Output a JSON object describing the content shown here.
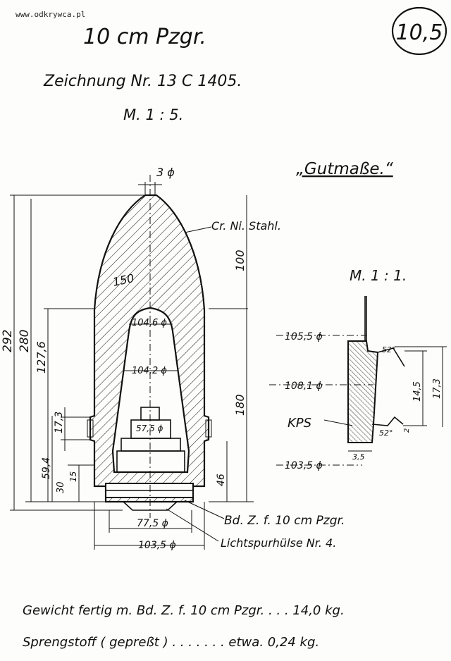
{
  "watermark": "www.odkrywca.pl",
  "sheet_number": "10,5",
  "header": {
    "title": "10 cm Pzgr.",
    "drawing_number": "Zeichnung Nr. 13 C 1405.",
    "scale": "M. 1 : 5."
  },
  "subtitle": "„Gutmaße.“",
  "main_view": {
    "tip_dim": "3 ϕ",
    "material": "Cr. Ni. Stahl.",
    "radius": "150",
    "overall_length": "292",
    "length_280": "280",
    "length_127_6": "127,6",
    "length_100": "100",
    "length_180": "180",
    "length_17_3": "17,3",
    "length_59_4": "59,4",
    "length_30": "30",
    "length_15": "15",
    "length_46": "46",
    "cavity_top": "104,6 ϕ",
    "cavity_mid": "104,2 ϕ",
    "fuze_dia": "57,5 ϕ",
    "base_inner": "77,5 ϕ",
    "base_outer": "103,5 ϕ",
    "fuze_label": "Bd. Z. f. 10 cm Pzgr.",
    "tracer_label": "Lichtspurhülse Nr. 4."
  },
  "detail_view": {
    "scale": "M. 1 : 1.",
    "dim_top": "105,5 ϕ",
    "dim_mid": "108,1 ϕ",
    "dim_bottom": "103,5 ϕ",
    "band_label": "KPS",
    "angle_top": "52°",
    "angle_bottom": "52°",
    "dim_14_5": "14,5",
    "dim_17_3": "17,3",
    "dim_3_5": "3,5",
    "dim_2": "2"
  },
  "footer": {
    "weight_line": "Gewicht fertig m. Bd. Z. f. 10 cm Pzgr. . . . 14,0 kg.",
    "explosive_line": "Sprengstoff ( gepreßt ) . . . . . . . etwa. 0,24 kg."
  }
}
